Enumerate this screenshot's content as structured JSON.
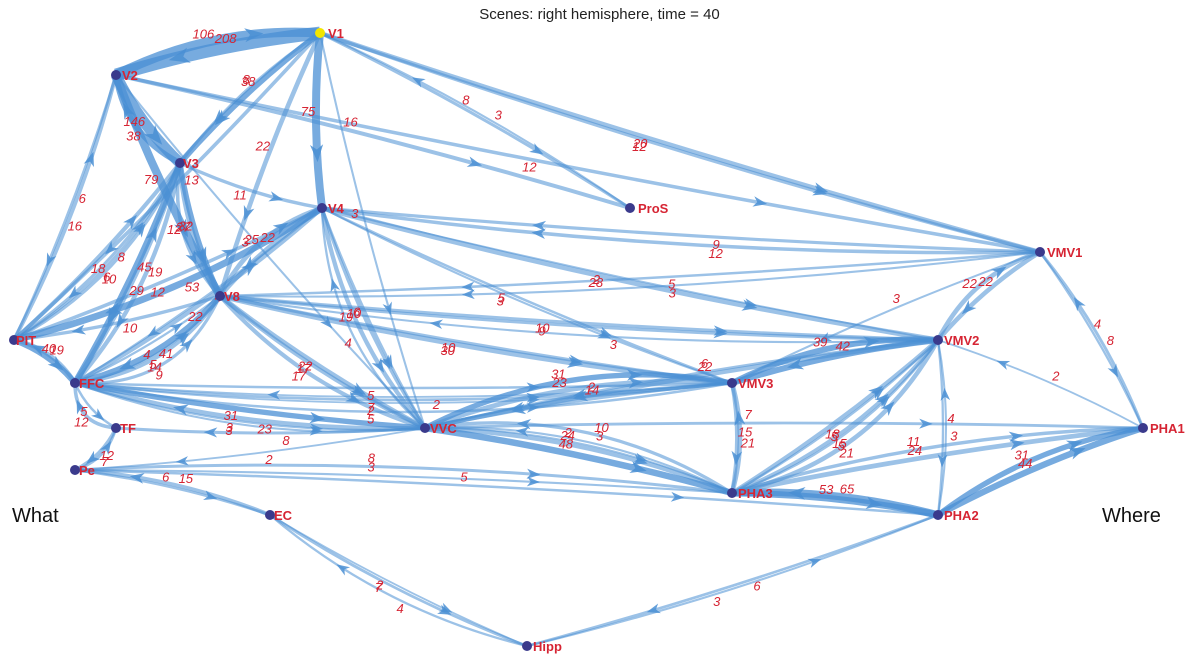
{
  "title": "Scenes: right hemisphere, time = 40",
  "left_label": "What",
  "right_label": "Where",
  "colors": {
    "edge": "#4a8fd4",
    "node": "#3a3a8c",
    "seed_node": "#f2e600",
    "label": "#d62433"
  },
  "nodes": [
    {
      "id": "V1",
      "seed": true
    },
    {
      "id": "V2"
    },
    {
      "id": "V3"
    },
    {
      "id": "V4"
    },
    {
      "id": "V8"
    },
    {
      "id": "PIT"
    },
    {
      "id": "FFC"
    },
    {
      "id": "TF"
    },
    {
      "id": "Pe"
    },
    {
      "id": "EC"
    },
    {
      "id": "Hipp"
    },
    {
      "id": "VVC"
    },
    {
      "id": "ProS"
    },
    {
      "id": "VMV1"
    },
    {
      "id": "VMV2"
    },
    {
      "id": "VMV3"
    },
    {
      "id": "PHA1"
    },
    {
      "id": "PHA2"
    },
    {
      "id": "PHA3"
    }
  ],
  "edges": [
    {
      "from": "V1",
      "to": "V2",
      "w": 208
    },
    {
      "from": "V2",
      "to": "V1",
      "w": 106
    },
    {
      "from": "V2",
      "to": "V3",
      "w": 146
    },
    {
      "from": "V1",
      "to": "V3",
      "w": 38
    },
    {
      "from": "V1",
      "to": "V4",
      "w": 75
    },
    {
      "from": "V2",
      "to": "V8",
      "w": 79
    },
    {
      "from": "V3",
      "to": "V2",
      "w": 38
    },
    {
      "from": "V1",
      "to": "V8",
      "w": 22
    },
    {
      "from": "V1",
      "to": "V3",
      "w": 8
    },
    {
      "from": "V1",
      "to": "PIT",
      "w": 13
    },
    {
      "from": "V1",
      "to": "VVC",
      "w": 3
    },
    {
      "from": "V1",
      "to": "VMV1",
      "w": 20
    },
    {
      "from": "V1",
      "to": "ProS",
      "w": 8
    },
    {
      "from": "V1",
      "to": "VMV1",
      "w": 12
    },
    {
      "from": "V2",
      "to": "ProS",
      "w": 16
    },
    {
      "from": "V2",
      "to": "VMV1",
      "w": 12
    },
    {
      "from": "V2",
      "to": "VVC",
      "w": 3
    },
    {
      "from": "V3",
      "to": "V8",
      "w": 32
    },
    {
      "from": "V3",
      "to": "V4",
      "w": 11
    },
    {
      "from": "V3",
      "to": "V8",
      "w": 27
    },
    {
      "from": "V3",
      "to": "FFC",
      "w": 45
    },
    {
      "from": "V3",
      "to": "V8",
      "w": 12
    },
    {
      "from": "PIT",
      "to": "V3",
      "w": 18
    },
    {
      "from": "V2",
      "to": "PIT",
      "w": 6
    },
    {
      "from": "PIT",
      "to": "V2",
      "w": 16
    },
    {
      "from": "V3",
      "to": "PIT",
      "w": 8
    },
    {
      "from": "PIT",
      "to": "V3",
      "w": 6
    },
    {
      "from": "FFC",
      "to": "V3",
      "w": 29
    },
    {
      "from": "V3",
      "to": "FFC",
      "w": 19
    },
    {
      "from": "V4",
      "to": "FFC",
      "w": 4
    },
    {
      "from": "V4",
      "to": "V8",
      "w": 22
    },
    {
      "from": "V8",
      "to": "V4",
      "w": 25
    },
    {
      "from": "PIT",
      "to": "V4",
      "w": 12
    },
    {
      "from": "FFC",
      "to": "V4",
      "w": 22
    },
    {
      "from": "PIT",
      "to": "V3",
      "w": 10
    },
    {
      "from": "FFC",
      "to": "V8",
      "w": 4
    },
    {
      "from": "V8",
      "to": "PIT",
      "w": 10
    },
    {
      "from": "V8",
      "to": "FFC",
      "w": 41
    },
    {
      "from": "V4",
      "to": "PIT",
      "w": 53
    },
    {
      "from": "FFC",
      "to": "V8",
      "w": 5
    },
    {
      "from": "FFC",
      "to": "V8",
      "w": 14
    },
    {
      "from": "FFC",
      "to": "V8",
      "w": 9
    },
    {
      "from": "V4",
      "to": "VVC",
      "w": 6
    },
    {
      "from": "V4",
      "to": "VMV2",
      "w": 2
    },
    {
      "from": "V4",
      "to": "VMV3",
      "w": 5
    },
    {
      "from": "V4",
      "to": "VMV2",
      "w": 28
    },
    {
      "from": "V4",
      "to": "VMV3",
      "w": 3
    },
    {
      "from": "V8",
      "to": "VMV3",
      "w": 10
    },
    {
      "from": "V8",
      "to": "VMV2",
      "w": 10
    },
    {
      "from": "V8",
      "to": "VMV3",
      "w": 30
    },
    {
      "from": "V8",
      "to": "VMV2",
      "w": 9
    },
    {
      "from": "V8",
      "to": "VVC",
      "w": 22
    },
    {
      "from": "V4",
      "to": "VVC",
      "w": 10
    },
    {
      "from": "V4",
      "to": "VVC",
      "w": 19
    },
    {
      "from": "V8",
      "to": "VVC",
      "w": 17
    },
    {
      "from": "V8",
      "to": "VVC",
      "w": 17
    },
    {
      "from": "VVC",
      "to": "V4",
      "w": 4
    },
    {
      "from": "ProS",
      "to": "V1",
      "w": 3
    },
    {
      "from": "VMV1",
      "to": "V4",
      "w": 9
    },
    {
      "from": "VMV1",
      "to": "V4",
      "w": 12
    },
    {
      "from": "VMV1",
      "to": "V8",
      "w": 5
    },
    {
      "from": "VMV1",
      "to": "V8",
      "w": 3
    },
    {
      "from": "VMV1",
      "to": "VMV3",
      "w": 3
    },
    {
      "from": "VMV1",
      "to": "VMV2",
      "w": 22
    },
    {
      "from": "VMV2",
      "to": "VMV1",
      "w": 22
    },
    {
      "from": "VMV1",
      "to": "PHA1",
      "w": 4
    },
    {
      "from": "PHA1",
      "to": "VMV1",
      "w": 8
    },
    {
      "from": "PHA1",
      "to": "VMV2",
      "w": 2
    },
    {
      "from": "VMV2",
      "to": "VMV3",
      "w": 42
    },
    {
      "from": "VMV3",
      "to": "VMV2",
      "w": 39
    },
    {
      "from": "VMV2",
      "to": "V8",
      "w": 3
    },
    {
      "from": "VMV2",
      "to": "VVC",
      "w": 22
    },
    {
      "from": "VMV2",
      "to": "VVC",
      "w": 6
    },
    {
      "from": "VMV3",
      "to": "VVC",
      "w": 14
    },
    {
      "from": "VMV3",
      "to": "VVC",
      "w": 2
    },
    {
      "from": "FFC",
      "to": "VMV3",
      "w": 5
    },
    {
      "from": "VMV3",
      "to": "FFC",
      "w": 2
    },
    {
      "from": "FFC",
      "to": "VVC",
      "w": 31
    },
    {
      "from": "VVC",
      "to": "FFC",
      "w": 23
    },
    {
      "from": "FFC",
      "to": "VMV3",
      "w": 7
    },
    {
      "from": "FFC",
      "to": "VVC",
      "w": 3
    },
    {
      "from": "FFC",
      "to": "VMV3",
      "w": 2
    },
    {
      "from": "FFC",
      "to": "VMV3",
      "w": 5
    },
    {
      "from": "FFC",
      "to": "VVC",
      "w": 3
    },
    {
      "from": "VVC",
      "to": "TF",
      "w": 8
    },
    {
      "from": "PIT",
      "to": "FFC",
      "w": 40
    },
    {
      "from": "FFC",
      "to": "PIT",
      "w": 19
    },
    {
      "from": "FFC",
      "to": "TF",
      "w": 5
    },
    {
      "from": "TF",
      "to": "FFC",
      "w": 12
    },
    {
      "from": "TF",
      "to": "Pe",
      "w": 12
    },
    {
      "from": "Pe",
      "to": "TF",
      "w": 7
    },
    {
      "from": "VVC",
      "to": "VMV3",
      "w": 23
    },
    {
      "from": "VVC",
      "to": "VMV3",
      "w": 31
    },
    {
      "from": "VVC",
      "to": "PHA3",
      "w": 48
    },
    {
      "from": "VVC",
      "to": "PHA3",
      "w": 24
    },
    {
      "from": "VVC",
      "to": "PHA1",
      "w": 7
    },
    {
      "from": "VVC",
      "to": "PHA3",
      "w": 2
    },
    {
      "from": "VVC",
      "to": "Pe",
      "w": 2
    },
    {
      "from": "Pe",
      "to": "PHA3",
      "w": 3
    },
    {
      "from": "Pe",
      "to": "PHA3",
      "w": 8
    },
    {
      "from": "Pe",
      "to": "PHA2",
      "w": 5
    },
    {
      "from": "PHA3",
      "to": "VVC",
      "w": 3
    },
    {
      "from": "PHA3",
      "to": "VVC",
      "w": 10
    },
    {
      "from": "VMV3",
      "to": "PHA3",
      "w": 15
    },
    {
      "from": "PHA3",
      "to": "VMV3",
      "w": 21
    },
    {
      "from": "PHA3",
      "to": "VMV2",
      "w": 18
    },
    {
      "from": "PHA3",
      "to": "VMV2",
      "w": 5
    },
    {
      "from": "PHA3",
      "to": "VMV2",
      "w": 15
    },
    {
      "from": "PHA3",
      "to": "VMV2",
      "w": 5
    },
    {
      "from": "PHA3",
      "to": "VMV2",
      "w": 21
    },
    {
      "from": "VMV2",
      "to": "PHA2",
      "w": 4
    },
    {
      "from": "PHA2",
      "to": "VMV2",
      "w": 3
    },
    {
      "from": "PHA3",
      "to": "PHA1",
      "w": 24
    },
    {
      "from": "PHA3",
      "to": "PHA1",
      "w": 11
    },
    {
      "from": "PHA2",
      "to": "PHA1",
      "w": 44
    },
    {
      "from": "PHA2",
      "to": "PHA1",
      "w": 31
    },
    {
      "from": "PHA3",
      "to": "PHA2",
      "w": 53
    },
    {
      "from": "PHA2",
      "to": "PHA3",
      "w": 65
    },
    {
      "from": "Pe",
      "to": "EC",
      "w": 6
    },
    {
      "from": "EC",
      "to": "Pe",
      "w": 15
    },
    {
      "from": "EC",
      "to": "Hipp",
      "w": 2
    },
    {
      "from": "EC",
      "to": "Hipp",
      "w": 7
    },
    {
      "from": "Hipp",
      "to": "EC",
      "w": 4
    },
    {
      "from": "PHA2",
      "to": "Hipp",
      "w": 6
    },
    {
      "from": "Hipp",
      "to": "PHA2",
      "w": 3
    }
  ]
}
